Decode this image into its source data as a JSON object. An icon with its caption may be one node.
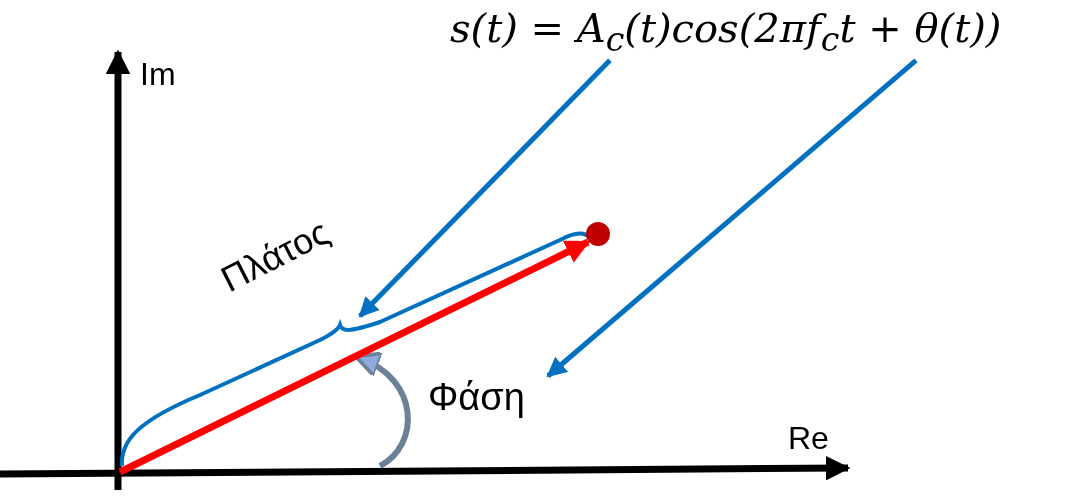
{
  "diagram": {
    "nodes": [
      {
        "text": [
          "s(t) = A$_{c}$(t)cos(2πf$_{c}$t + θ(t))"
        ]
      },
      {
        "text": [
          "Πλάτος"
        ]
      },
      {
        "text": [
          "Φάση"
        ]
      }
    ],
    "edges": [
      {
        "from": 0,
        "to": 1,
        "arrow": "to"
      },
      {
        "from": 0,
        "to": 2,
        "arrow": "to"
      }
    ],
    "labels": [
      "Im",
      "Re"
    ]
  }
}
